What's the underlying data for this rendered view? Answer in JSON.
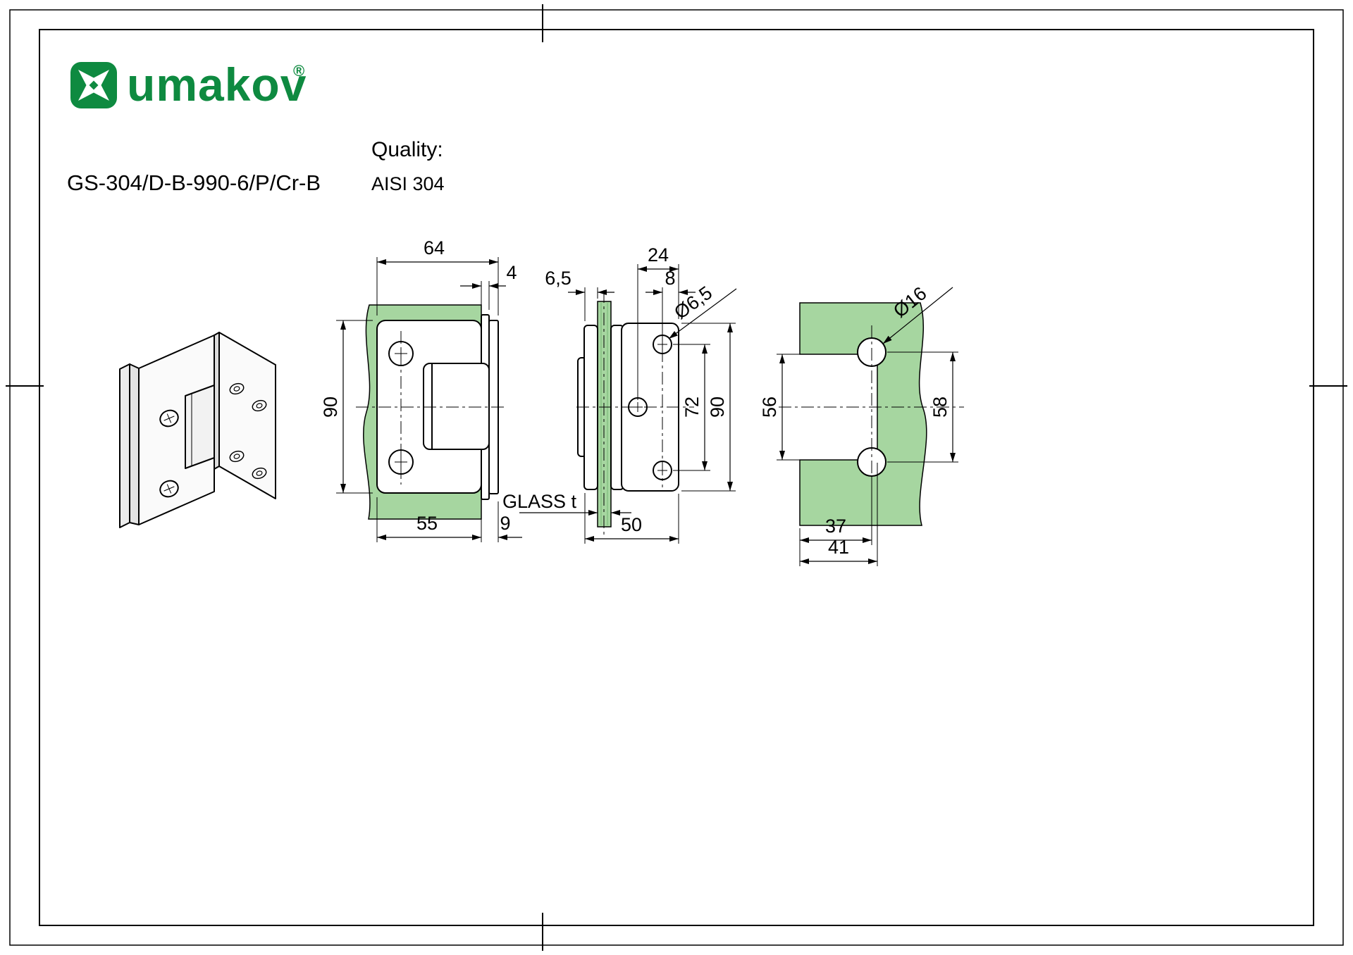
{
  "logo": {
    "brand": "umakov",
    "registered": "®"
  },
  "header": {
    "product_code": "GS-304/D-B-990-6/P/Cr-B",
    "quality_label": "Quality:",
    "quality_value": "AISI 304"
  },
  "colors": {
    "glass_green": "#a6d6a0",
    "brand_green": "#0e8a40",
    "line_black": "#000000"
  },
  "dims": {
    "front": {
      "overall_width": "64",
      "wall_plate_thickness": "4",
      "height": "90",
      "clamp_width": "55",
      "wall_offset": "9"
    },
    "side": {
      "glass_inset": "6,5",
      "plate_depth": "24",
      "hole_edge_offset": "8",
      "screw_hole_dia": "Ø6,5",
      "hole_spacing": "72",
      "height": "90",
      "glass_thickness": "GLASS t",
      "overall_depth": "50"
    },
    "wall": {
      "anchor_hole_dia": "Ø16",
      "cutout_height": "56",
      "hole_spacing": "58",
      "hole_offset": "37",
      "cutout_depth": "41"
    }
  }
}
